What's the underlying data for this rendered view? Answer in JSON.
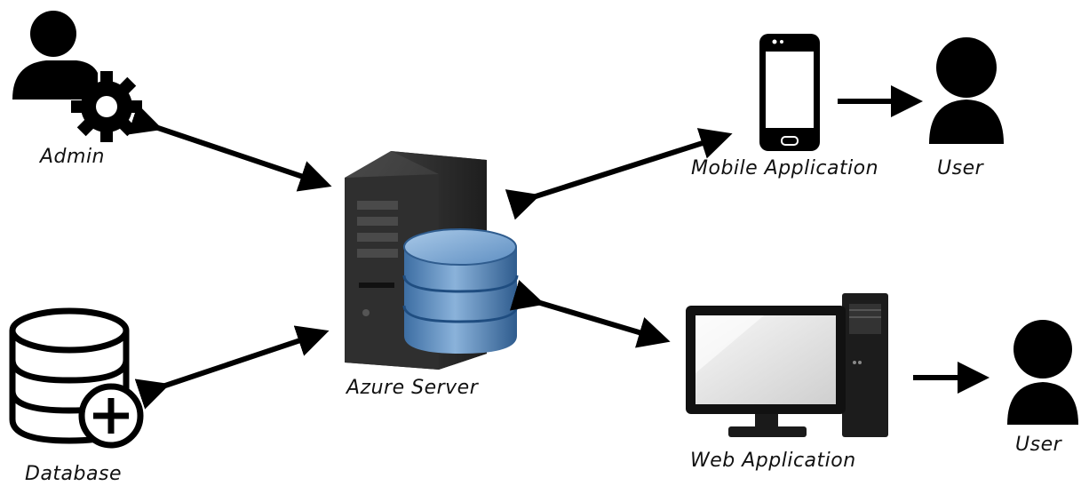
{
  "nodes": {
    "admin": {
      "label": "Admin",
      "icon": "admin-gear-icon"
    },
    "database": {
      "label": "Database",
      "icon": "database-add-icon"
    },
    "server": {
      "label": "Azure Server",
      "icon": "server-database-icon"
    },
    "mobile": {
      "label": "Mobile Application",
      "icon": "smartphone-icon"
    },
    "web": {
      "label": "Web Application",
      "icon": "desktop-computer-icon"
    },
    "user_mobile": {
      "label": "User",
      "icon": "user-icon"
    },
    "user_web": {
      "label": "User",
      "icon": "user-icon"
    }
  },
  "edges": [
    {
      "from": "admin",
      "to": "server",
      "direction": "both"
    },
    {
      "from": "database",
      "to": "server",
      "direction": "both"
    },
    {
      "from": "server",
      "to": "mobile",
      "direction": "both"
    },
    {
      "from": "server",
      "to": "web",
      "direction": "both"
    },
    {
      "from": "mobile",
      "to": "user_mobile",
      "direction": "forward"
    },
    {
      "from": "web",
      "to": "user_web",
      "direction": "forward"
    }
  ],
  "colors": {
    "ink": "#000000",
    "server_body": "#2b2b2b",
    "db_cylinder": "#4f82b8",
    "db_cylinder_light": "#8fb6dc",
    "screen": "#e6e6e6"
  }
}
